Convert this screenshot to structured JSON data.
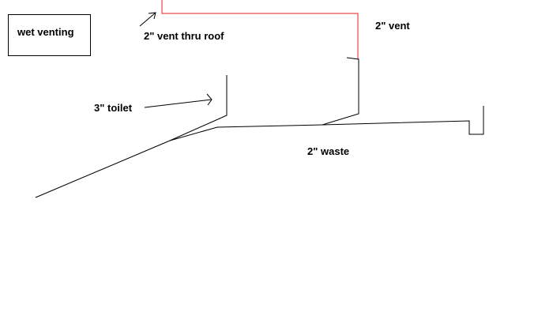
{
  "title": "wet venting",
  "labels": {
    "vent_thru_roof": "2\" vent thru roof",
    "vent": "2\" vent",
    "toilet": "3\" toilet",
    "waste": "2\" waste"
  },
  "colors": {
    "pipe": "#000000",
    "vent_pipe": "#e02020",
    "text": "#000000",
    "background": "#ffffff"
  }
}
